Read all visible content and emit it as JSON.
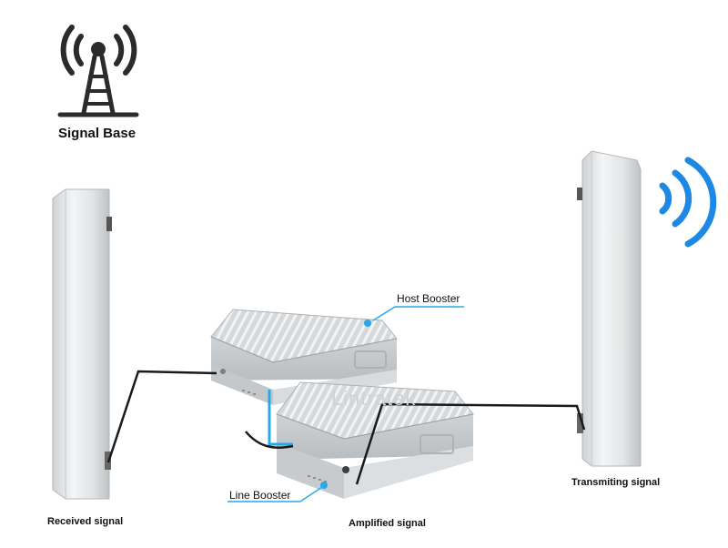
{
  "labels": {
    "signal_base": "Signal Base",
    "received_signal": "Received signal",
    "amplified_signal": "Amplified signal",
    "transmitting_signal": "Transmiting signal",
    "host_booster": "Host Booster",
    "line_booster": "Line Booster",
    "watermark": "Lintratek"
  },
  "icons": {
    "tower": "cell-tower-icon",
    "wireless": "wireless-signal-icon"
  },
  "colors": {
    "accent": "#1e88e5",
    "callout_dot": "#29a8e8",
    "cable": "#1a1a1a",
    "antenna_body": "#e6e7e8",
    "booster_body": "#d3d6d8",
    "icon_dark": "#2b2b2b"
  }
}
